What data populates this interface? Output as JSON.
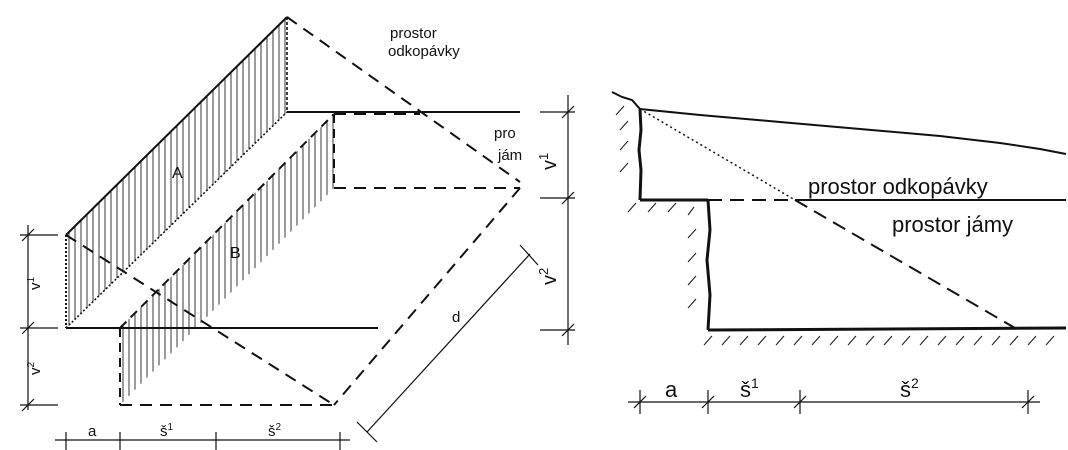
{
  "left_figure": {
    "label_space_excavation_line1": "prostor",
    "label_space_excavation_line2": "odkopávky",
    "label_pit_line1": "pro",
    "label_pit_line2": "jám",
    "wall_a": "A",
    "wall_b": "B",
    "dim_v1": "v",
    "dim_v1_sup": "1",
    "dim_v2": "v",
    "dim_v2_sup": "2",
    "dim_v1_right": "v",
    "dim_v1_right_sup": "1",
    "dim_v2_right": "v",
    "dim_v2_right_sup": "2",
    "dim_d": "d",
    "dim_a": "a",
    "dim_s1": "š",
    "dim_s1_sup": "1",
    "dim_s2": "š",
    "dim_s2_sup": "2"
  },
  "right_figure": {
    "label_excavation": "prostor odkopávky",
    "label_pit": "prostor jámy",
    "dim_a": "a",
    "dim_s1": "š",
    "dim_s1_sup": "1",
    "dim_s2": "š",
    "dim_s2_sup": "2"
  }
}
